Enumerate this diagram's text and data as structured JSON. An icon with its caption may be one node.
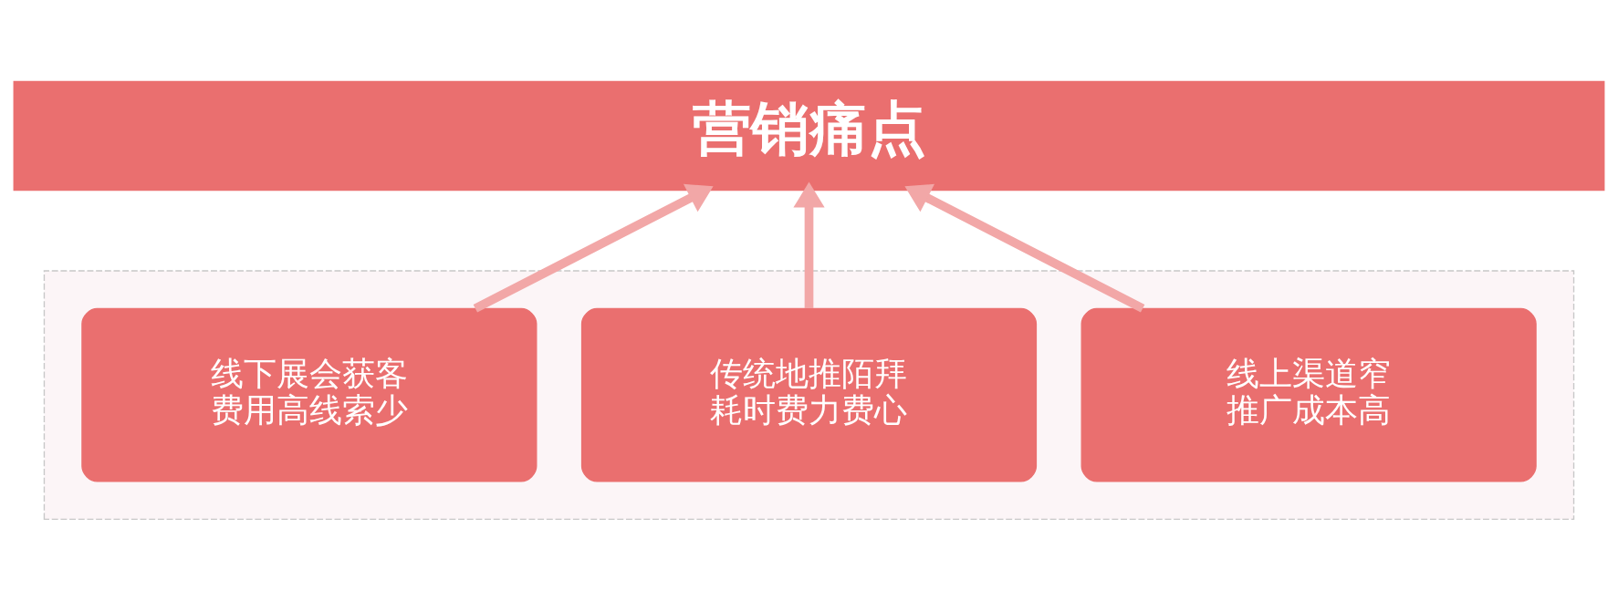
{
  "diagram": {
    "nodes": [
      {
        "text": [
          "营销痛点"
        ]
      },
      {
        "text": [],
        "shape": "box"
      },
      {
        "text": [
          "线下展会获客费用高线索少"
        ],
        "in": 1
      },
      {
        "text": [
          "传统地推陌拜耗时费力费心"
        ],
        "in": 1
      },
      {
        "text": [
          "线上渠道窄推广成本高"
        ],
        "in": 1
      }
    ],
    "edges": [
      {
        "from": 2,
        "to": 0,
        "arrow": "to"
      },
      {
        "from": 3,
        "to": 0,
        "arrow": "to"
      },
      {
        "from": 4,
        "to": 0,
        "arrow": "to"
      }
    ]
  }
}
